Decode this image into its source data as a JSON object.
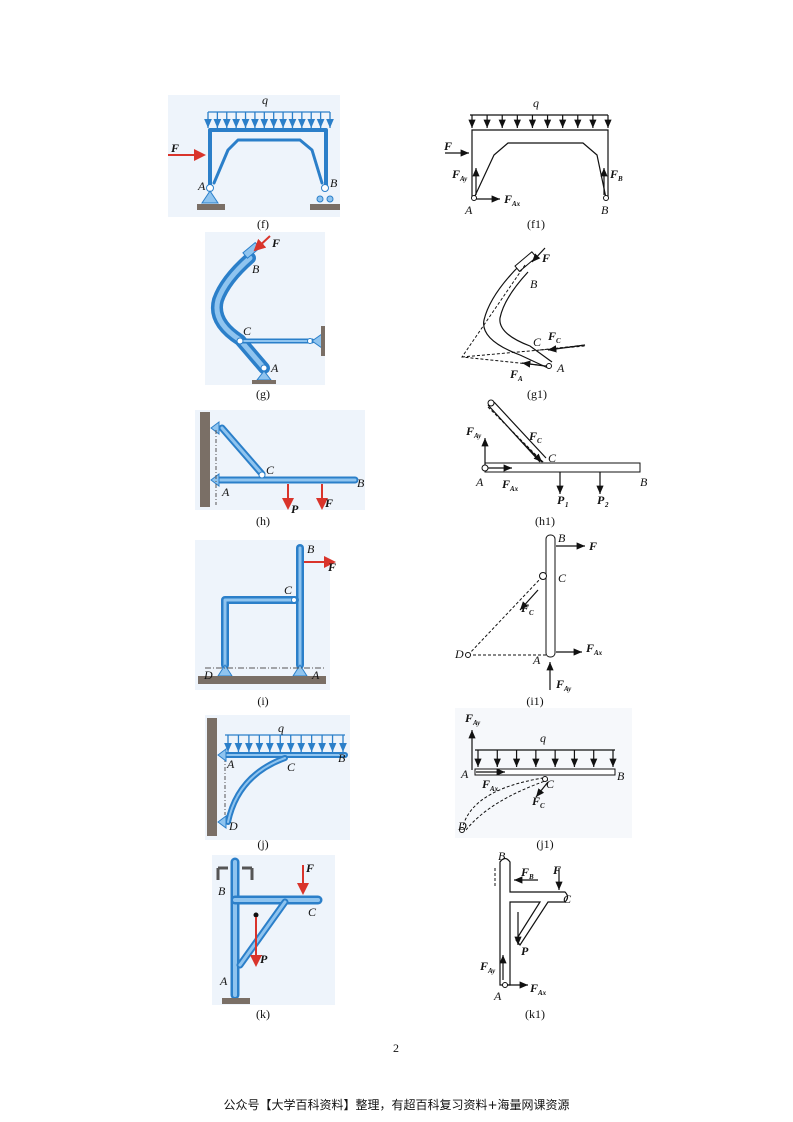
{
  "figures": {
    "f": {
      "caption": "(f)",
      "q": "q",
      "F": "F",
      "A": "A",
      "B": "B"
    },
    "f1": {
      "caption": "(f1)",
      "q": "q",
      "F": "F",
      "A": "A",
      "B": "B",
      "FAy": [
        "F",
        "Ay"
      ],
      "FAx": [
        "F",
        "Ax"
      ],
      "FB": [
        "F",
        "B"
      ]
    },
    "g": {
      "caption": "(g)",
      "F": "F",
      "B": "B",
      "C": "C",
      "A": "A"
    },
    "g1": {
      "caption": "(g1)",
      "F": "F",
      "B": "B",
      "C": "C",
      "A": "A",
      "FC": [
        "F",
        "C"
      ],
      "FA": [
        "F",
        "A"
      ]
    },
    "h": {
      "caption": "(h)",
      "C": "C",
      "A": "A",
      "B": "B",
      "P": "P",
      "F": "F"
    },
    "h1": {
      "caption": "(h1)",
      "C": "C",
      "A": "A",
      "B": "B",
      "FAy": [
        "F",
        "Ay"
      ],
      "FAx": [
        "F",
        "Ax"
      ],
      "FC": [
        "F",
        "C"
      ],
      "P1": [
        "P",
        "1"
      ],
      "P2": [
        "P",
        "2"
      ]
    },
    "i": {
      "caption": "(i)",
      "B": "B",
      "F": "F",
      "C": "C",
      "D": "D",
      "A": "A"
    },
    "i1": {
      "caption": "(i1)",
      "B": "B",
      "F": "F",
      "C": "C",
      "D": "D",
      "A": "A",
      "FC": [
        "F",
        "C"
      ],
      "FAx": [
        "F",
        "Ax"
      ],
      "FAy": [
        "F",
        "Ay"
      ]
    },
    "j": {
      "caption": "(j)",
      "q": "q",
      "A": "A",
      "B": "B",
      "C": "C",
      "D": "D"
    },
    "j1": {
      "caption": "(j1)",
      "q": "q",
      "A": "A",
      "B": "B",
      "C": "C",
      "D": "D",
      "FAy": [
        "F",
        "Ay"
      ],
      "FAx": [
        "F",
        "Ax"
      ],
      "FC": [
        "F",
        "C"
      ]
    },
    "k": {
      "caption": "(k)",
      "F": "F",
      "B": "B",
      "C": "C",
      "P": "P",
      "A": "A"
    },
    "k1": {
      "caption": "(k1)",
      "F": "F",
      "B": "B",
      "C": "C",
      "P": "P",
      "A": "A",
      "FB": [
        "F",
        "B"
      ],
      "FAy": [
        "F",
        "Ay"
      ],
      "FAx": [
        "F",
        "Ax"
      ]
    }
  },
  "page_number": "2",
  "footer": "公众号【大学百科资料】整理，有超百科复习资料+海量网课资源"
}
